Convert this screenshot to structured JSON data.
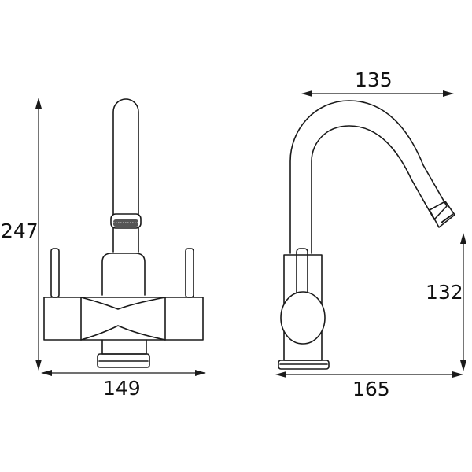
{
  "front_view": {
    "height_label": "247",
    "width_label": "149"
  },
  "side_view": {
    "reach_label": "135",
    "spout_height_label": "132",
    "depth_label": "165"
  },
  "colors": {
    "line": "#1a1a1a",
    "background": "#ffffff"
  }
}
